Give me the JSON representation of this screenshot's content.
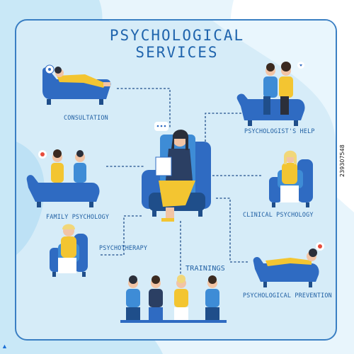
{
  "title_line1": "PSYCHOLOGICAL",
  "title_line2": "SERVICES",
  "services": {
    "consultation": "CONSULTATION",
    "psychologists_help": "PSYCHOLOGIST'S HELP",
    "family_psychology": "FAMILY PSYCHOLOGY",
    "clinical_psychology": "CLINICAL PSYCHOLOGY",
    "psychotherapy": "PSYCHOTHERAPY",
    "trainings": "TRAININGS",
    "psychological_prevention": "PSYCHOLOGICAL PREVENTION"
  },
  "watermark_id": "239307548",
  "colors": {
    "background": "#ffffff",
    "panel": "#d6ecf8",
    "frame": "#3a7fc3",
    "wave": "#bde1f5",
    "accent_blue": "#2f6bc2",
    "accent_yellow": "#f3c531"
  }
}
